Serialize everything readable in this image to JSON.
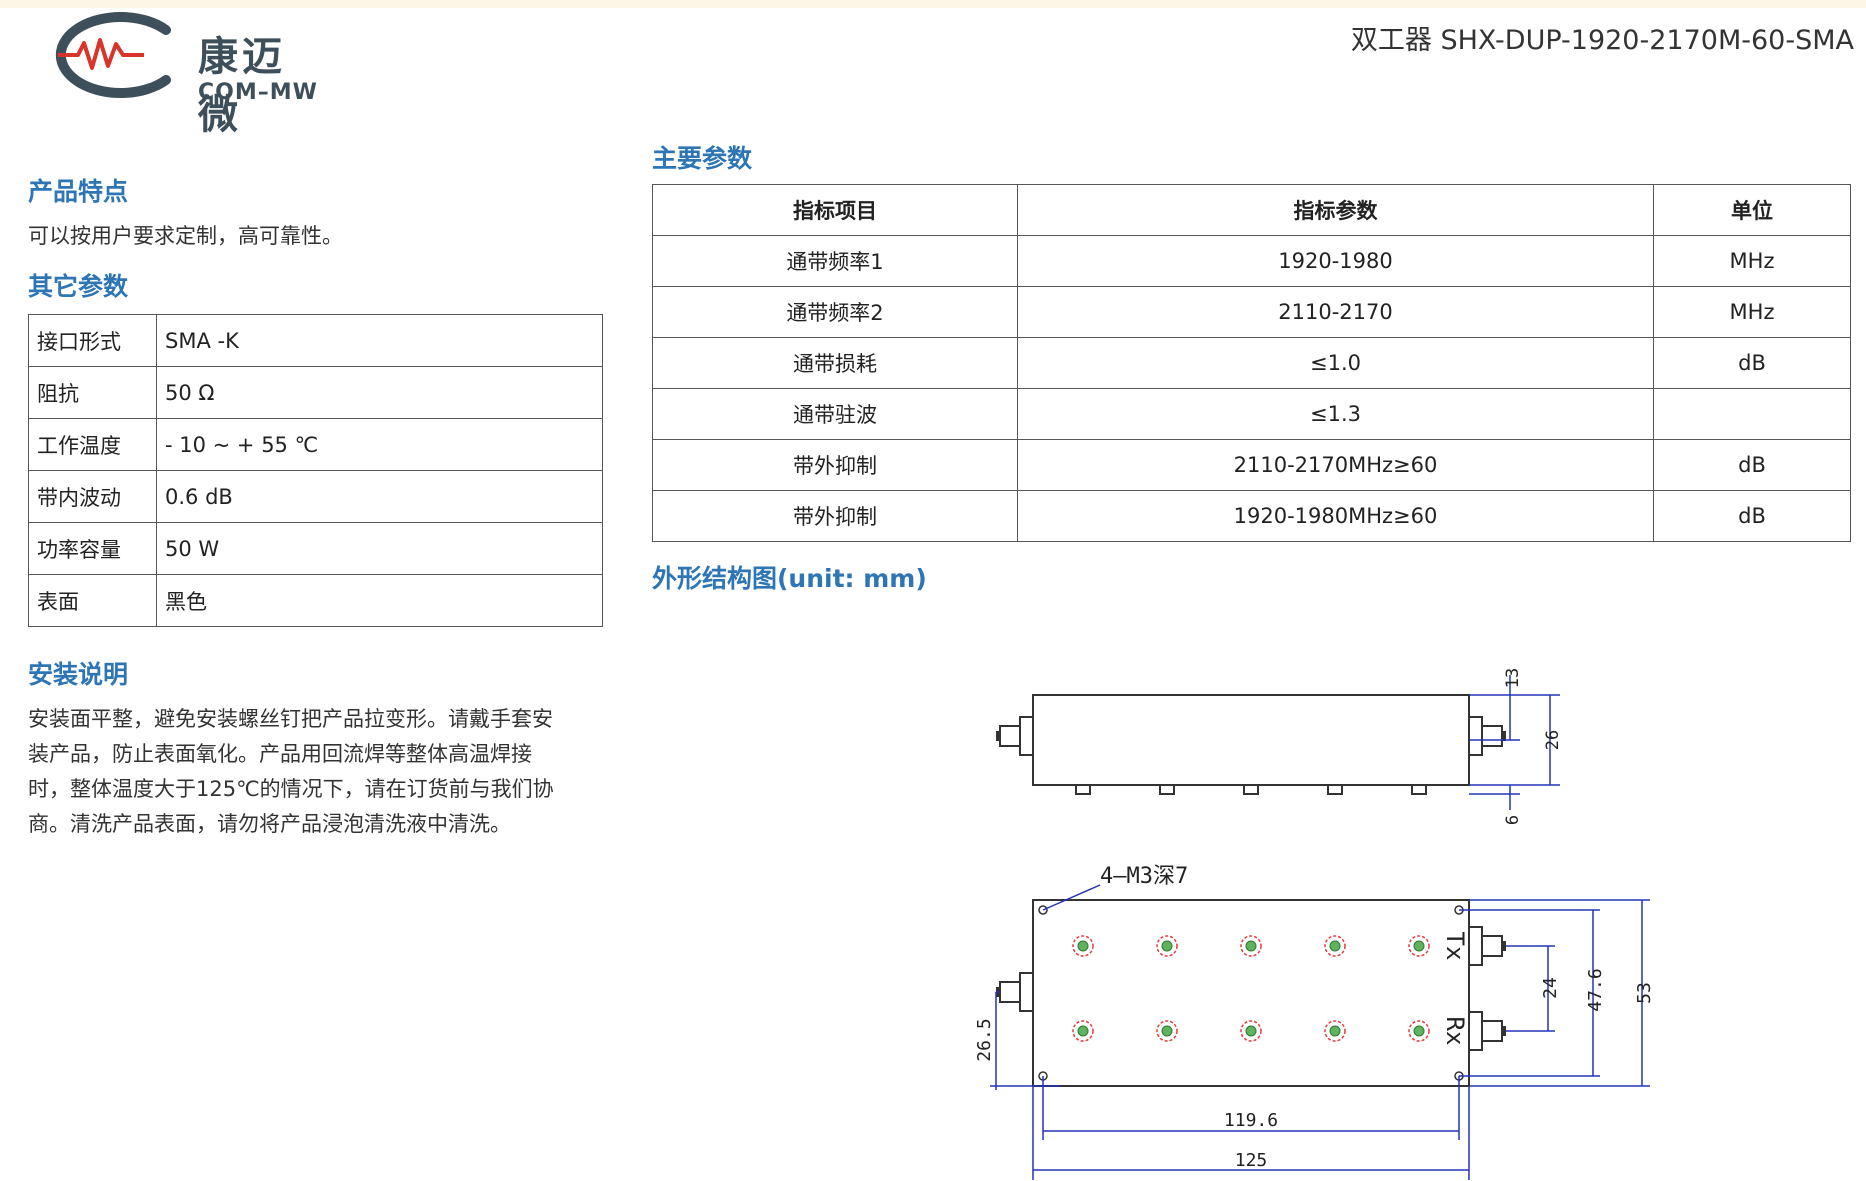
{
  "header": {
    "logo_cn": "康迈微",
    "logo_en": "COM–MW",
    "title": "双工器 SHX-DUP-1920-2170M-60-SMA"
  },
  "features": {
    "heading": "产品特点",
    "text": "可以按用户要求定制，高可靠性。"
  },
  "other_params": {
    "heading": "其它参数",
    "rows": [
      {
        "name": "接口形式",
        "value": "SMA -K"
      },
      {
        "name": "阻抗",
        "value": "50 Ω"
      },
      {
        "name": "工作温度",
        "value": "- 10 ~ + 55 ℃"
      },
      {
        "name": "带内波动",
        "value": "0.6 dB"
      },
      {
        "name": "功率容量",
        "value": "50 W"
      },
      {
        "name": "表面",
        "value": "黑色"
      }
    ]
  },
  "install": {
    "heading": "安装说明",
    "lines": [
      "安装面平整，避免安装螺丝钉把产品拉变形。请戴手套安",
      "装产品，防止表面氧化。产品用回流焊等整体高温焊接",
      "时，整体温度大于125℃的情况下，请在订货前与我们协",
      "商。清洗产品表面，请勿将产品浸泡清洗液中清洗。"
    ]
  },
  "main_params": {
    "heading": "主要参数",
    "headers": [
      "指标项目",
      "指标参数",
      "单位"
    ],
    "rows": [
      [
        "通带频率1",
        "1920-1980",
        "MHz"
      ],
      [
        "通带频率2",
        "2110-2170",
        "MHz"
      ],
      [
        "通带损耗",
        "≤1.0",
        "dB"
      ],
      [
        "通带驻波",
        "≤1.3",
        ""
      ],
      [
        "带外抑制",
        "2110-2170MHz≥60",
        "dB"
      ],
      [
        "带外抑制",
        "1920-1980MHz≥60",
        "dB"
      ]
    ]
  },
  "drawing": {
    "heading": "外形结构图(unit: mm)",
    "dim_13": "13",
    "dim_26": "26",
    "dim_6": "6",
    "hole_note": "4—M3深7",
    "tx": "Tx",
    "rx": "Rx",
    "dim_24": "24",
    "dim_47_6": "47.6",
    "dim_53": "53",
    "dim_26_5": "26.5",
    "dim_119_6": "119.6",
    "dim_125": "125"
  }
}
